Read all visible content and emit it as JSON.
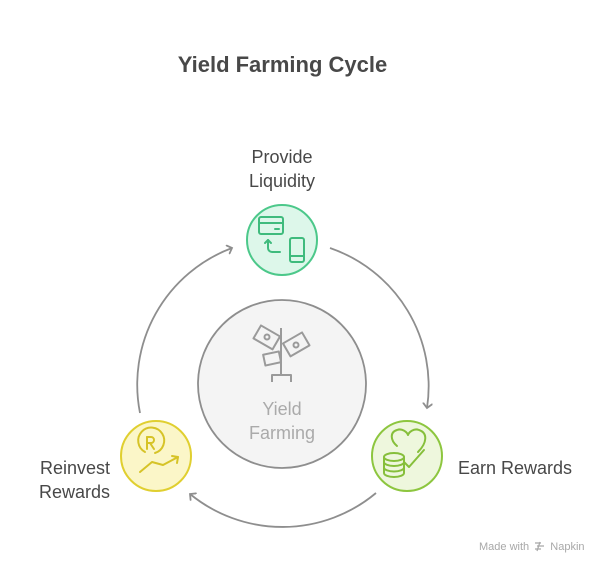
{
  "title": "Yield Farming Cycle",
  "center": {
    "label_line1": "Yield",
    "label_line2": "Farming",
    "icon": "money-plant-icon"
  },
  "steps": [
    {
      "label_line1": "Provide",
      "label_line2": "Liquidity",
      "icon": "card-phone-transfer-icon",
      "color": "#4cc88a",
      "fill": "#ddf7ea"
    },
    {
      "label_line1": "Earn Rewards",
      "icon": "coins-heart-check-icon",
      "color": "#8dc63f",
      "fill": "#eef7dd"
    },
    {
      "label_line1": "Reinvest",
      "label_line2": "Rewards",
      "icon": "rupee-growth-icon",
      "color": "#e0cf30",
      "fill": "#fbf6c8"
    }
  ],
  "arrow_color": "#8e8e8e",
  "footer": {
    "made_with": "Made with",
    "brand": "Napkin"
  }
}
